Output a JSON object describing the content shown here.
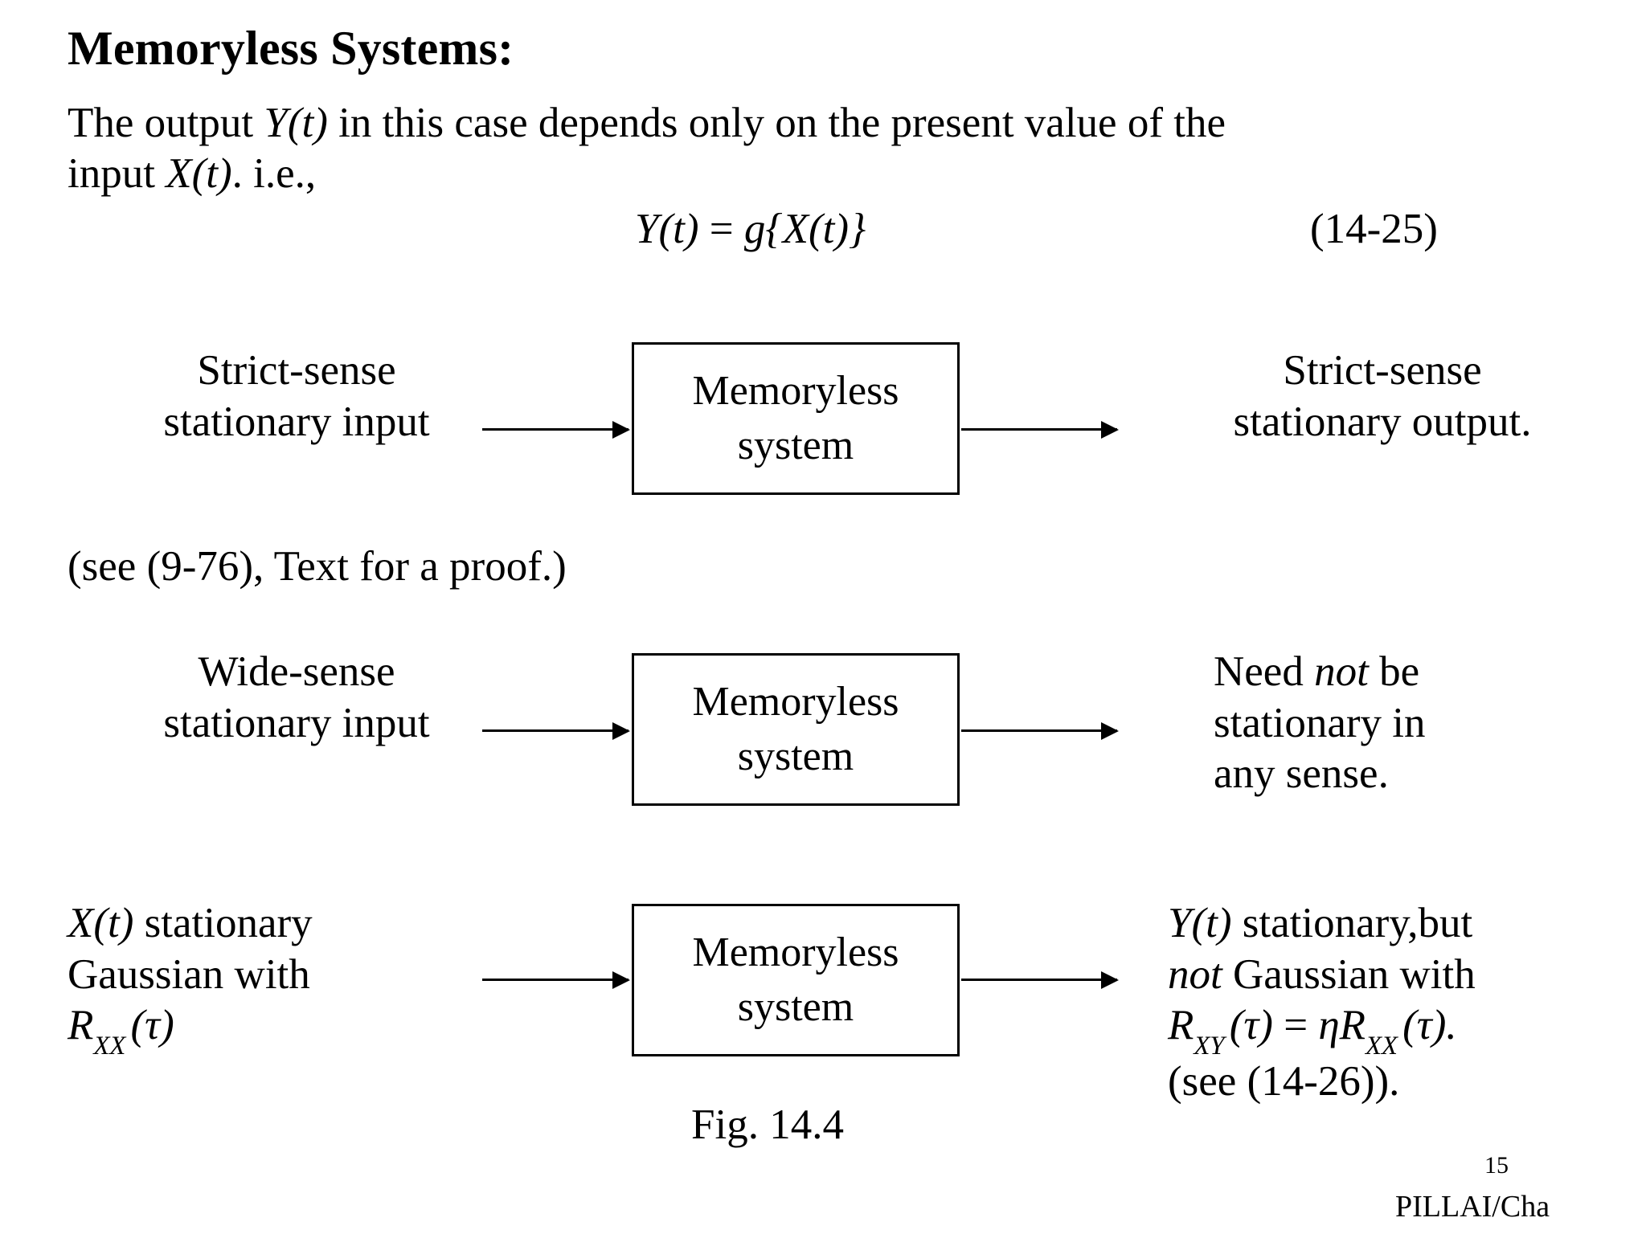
{
  "slide": {
    "title": "Memoryless Systems:",
    "intro": {
      "line1_a": "The output ",
      "line1_b": "Y(t)",
      "line1_c": " in this case depends only on the present value of the",
      "line2_a": "input ",
      "line2_b": "X(t)",
      "line2_c": ".  i.e.,"
    },
    "main_equation": {
      "lhs_var": "Y",
      "lhs_arg": "(t)",
      "relation": " = ",
      "fn": "g",
      "rhs": "{X(t)}",
      "full_text": "Y(t) = g{X(t)}",
      "number": "(14-25)"
    },
    "diagram": {
      "figure_label": "Fig. 14.4",
      "box_label": {
        "line1": "Memoryless",
        "line2": "system"
      },
      "rows": [
        {
          "id": "row-strict-sense",
          "input": {
            "line1": "Strict-sense",
            "line2": "stationary input"
          },
          "output": {
            "line1": "Strict-sense",
            "line2": "stationary output."
          }
        },
        {
          "id": "row-wide-sense",
          "input": {
            "line1": "Wide-sense",
            "line2": "stationary input"
          },
          "output": {
            "line1_a": "Need ",
            "line1_em": "not",
            "line1_b": " be",
            "line2": "stationary in",
            "line3": "any sense."
          }
        },
        {
          "id": "row-gaussian",
          "input": {
            "line1_var": "X(t)",
            "line1_rest": " stationary",
            "line2": "Gaussian with",
            "line3_var": "R",
            "line3_sub": "XX",
            "line3_arg": "(τ)"
          },
          "output": {
            "line1_var": "Y(t)",
            "line1_rest": " stationary,but",
            "line2_em": "not",
            "line2_rest": " Gaussian with",
            "line3_lhs_var": "R",
            "line3_lhs_sub": "XY",
            "line3_lhs_arg": "(τ)",
            "line3_rel": " = ",
            "line3_eta": "η",
            "line3_rhs_var": "R",
            "line3_rhs_sub": "XX",
            "line3_rhs_arg": "(τ).",
            "line4": "(see (14-26))."
          }
        }
      ]
    },
    "proof_note": "(see (9-76), Text for a proof.)",
    "page_number": "15",
    "credit": "PILLAI/Cha",
    "colors": {
      "ink": "#000000",
      "paper": "#ffffff"
    }
  }
}
